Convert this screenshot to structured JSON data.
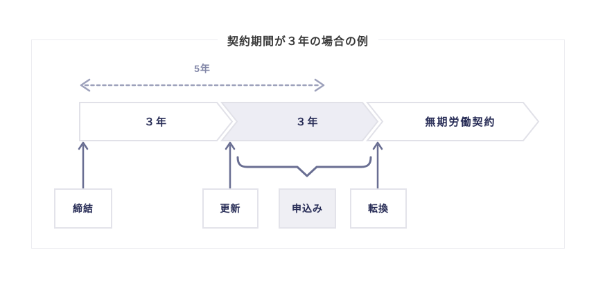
{
  "diagram": {
    "title": "契約期間が３年の場合の例",
    "span_arrow": {
      "label": "5年",
      "style": "dashed-double-arrow"
    },
    "timeline_segments": [
      {
        "label": "３年",
        "highlighted": false
      },
      {
        "label": "３年",
        "highlighted": true
      },
      {
        "label": "無期労働契約",
        "highlighted": false
      }
    ],
    "event_boxes": [
      {
        "label": "締結",
        "highlighted": false,
        "arrow_to_timeline": true
      },
      {
        "label": "更新",
        "highlighted": false,
        "arrow_to_timeline": true
      },
      {
        "label": "申込み",
        "highlighted": true,
        "arrow_to_timeline": false,
        "brace_points_here": true
      },
      {
        "label": "転換",
        "highlighted": false,
        "arrow_to_timeline": true
      }
    ],
    "colors": {
      "title_text": "#3a3a3a",
      "navy_text": "#262b55",
      "arrow_stroke": "#696e92",
      "brace_stroke": "#696e92",
      "dashed_arrow_stroke": "#9da1bb",
      "span_label_text": "#8387a8",
      "chevron_border": "#e1e1e8",
      "chevron_fill": "#ffffff",
      "chevron_highlight_fill": "#ededf4",
      "box_border": "#e3e3ea",
      "box_highlight_fill": "#efeff4",
      "frame_border": "#ececf0",
      "background": "#ffffff"
    }
  }
}
